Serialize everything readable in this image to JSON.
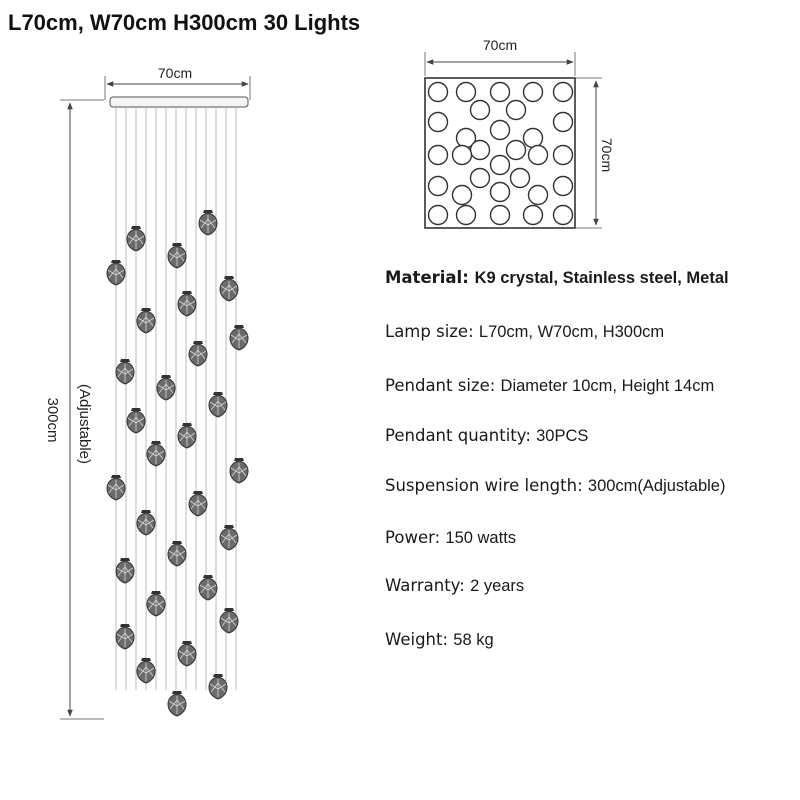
{
  "headline": "L70cm, W70cm H300cm  30 Lights",
  "side_view": {
    "width_label": "70cm",
    "height_label": "300cm",
    "adjustable_label": "(Adjustable)"
  },
  "top_view": {
    "width_label": "70cm",
    "depth_label": "70cm"
  },
  "specs": [
    {
      "label": "Material: ",
      "value": "K9 crystal, Stainless steel, Metal"
    },
    {
      "label": "Lamp size: ",
      "value": "L70cm, W70cm, H300cm"
    },
    {
      "label": "Pendant size: ",
      "value": "Diameter 10cm, Height 14cm"
    },
    {
      "label": "Pendant quantity: ",
      "value": "30PCS"
    },
    {
      "label": "Suspension wire length: ",
      "value": " 300cm(Adjustable)"
    },
    {
      "label": "Power: ",
      "value": " 150 watts"
    },
    {
      "label": "Warranty: ",
      "value": "2 years"
    },
    {
      "label": "Weight: ",
      "value": " 58 kg"
    }
  ],
  "colors": {
    "line": "#555555",
    "pendant": "#6b6b6b",
    "pendant_dark": "#333333"
  }
}
